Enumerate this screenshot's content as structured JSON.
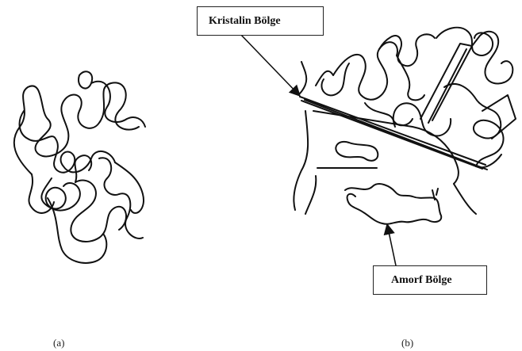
{
  "labels": {
    "crystalline": "Kristalin Bölge",
    "amorphous": "Amorf Bölge"
  },
  "captions": {
    "a": "(a)",
    "b": "(b)"
  },
  "colors": {
    "ink": "#111111",
    "background": "#ffffff"
  }
}
